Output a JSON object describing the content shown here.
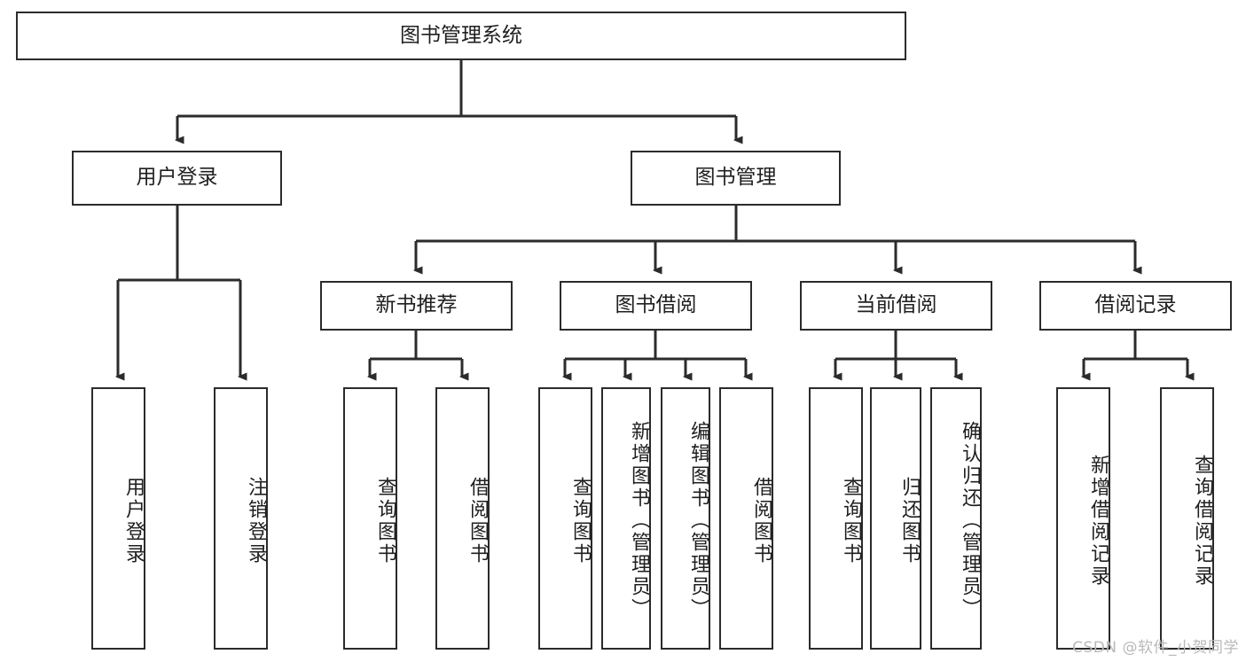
{
  "diagram": {
    "type": "tree",
    "title": "图书管理系统",
    "root": {
      "id": "root",
      "label": "图书管理系统"
    },
    "level2": [
      {
        "id": "user-login",
        "label": "用户登录"
      },
      {
        "id": "book-manage",
        "label": "图书管理"
      }
    ],
    "level3": [
      {
        "id": "new-book-recommend",
        "label": "新书推荐",
        "parent": "book-manage"
      },
      {
        "id": "book-borrow",
        "label": "图书借阅",
        "parent": "book-manage"
      },
      {
        "id": "current-borrow",
        "label": "当前借阅",
        "parent": "book-manage"
      },
      {
        "id": "borrow-record",
        "label": "借阅记录",
        "parent": "book-manage"
      }
    ],
    "leaves": [
      {
        "id": "leaf-user-login",
        "label": "用户登录",
        "parent": "user-login"
      },
      {
        "id": "leaf-logout",
        "label": "注销登录",
        "parent": "user-login"
      },
      {
        "id": "leaf-query-book-1",
        "label": "查询图书",
        "parent": "new-book-recommend"
      },
      {
        "id": "leaf-borrow-book-1",
        "label": "借阅图书",
        "parent": "new-book-recommend"
      },
      {
        "id": "leaf-query-book-2",
        "label": "查询图书",
        "parent": "book-borrow"
      },
      {
        "id": "leaf-add-book",
        "label": "新增图书（管理员）",
        "parent": "book-borrow"
      },
      {
        "id": "leaf-edit-book",
        "label": "编辑图书（管理员）",
        "parent": "book-borrow"
      },
      {
        "id": "leaf-borrow-book-2",
        "label": "借阅图书",
        "parent": "book-borrow"
      },
      {
        "id": "leaf-query-book-3",
        "label": "查询图书",
        "parent": "current-borrow"
      },
      {
        "id": "leaf-return-book",
        "label": "归还图书",
        "parent": "current-borrow"
      },
      {
        "id": "leaf-confirm-return",
        "label": "确认归还（管理员）",
        "parent": "current-borrow"
      },
      {
        "id": "leaf-add-record",
        "label": "新增借阅记录",
        "parent": "borrow-record"
      },
      {
        "id": "leaf-query-record",
        "label": "查询借阅记录",
        "parent": "borrow-record"
      }
    ]
  },
  "watermark": {
    "text": "CSDN @软件_小贺同学"
  },
  "colors": {
    "stroke": "#2b2b2b",
    "background": "#ffffff",
    "text": "#1f1f1f",
    "watermark": "#b9b9b9"
  }
}
